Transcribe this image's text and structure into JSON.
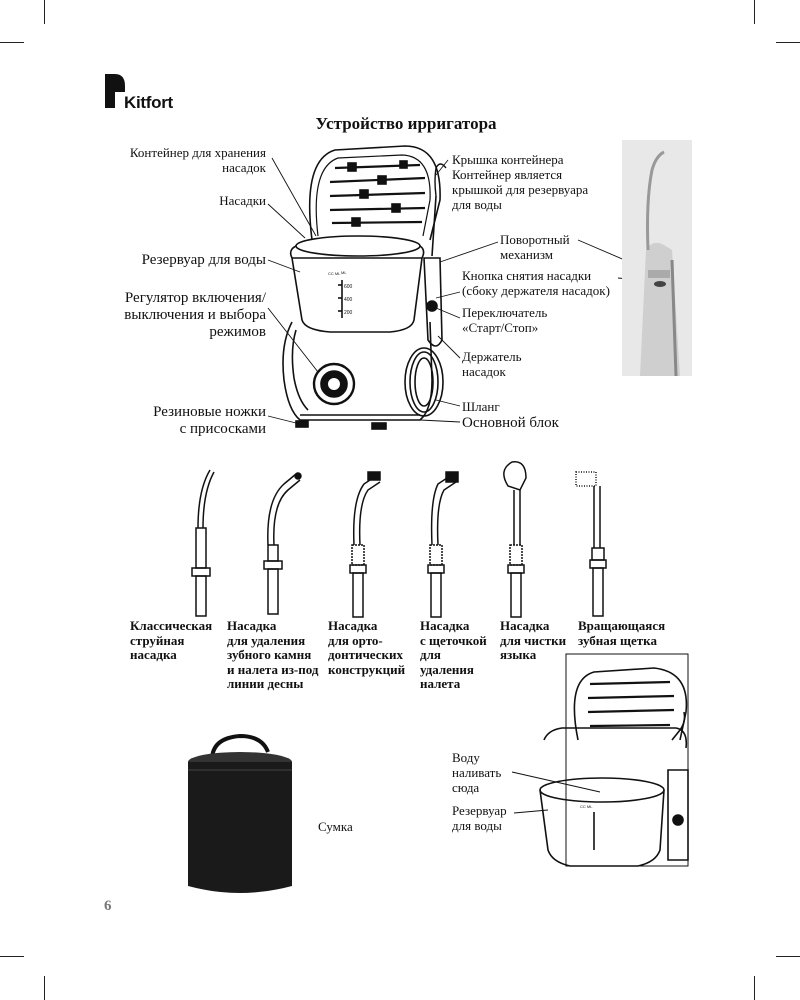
{
  "brand": {
    "name": "Kitfort"
  },
  "title": "Устройство ирригатора",
  "main_labels": {
    "container_storage": [
      "Контейнер для хранения",
      "насадок"
    ],
    "nozzles": "Насадки",
    "water_tank": "Резервуар для воды",
    "regulator": [
      "Регулятор включения/",
      "выключения и выбора",
      "режимов"
    ],
    "rubber_feet": [
      "Резиновые ножки",
      "с присосками"
    ],
    "container_lid": [
      "Крышка контейнера",
      "Контейнер является",
      "крышкой для резервуара",
      "для воды"
    ],
    "rotation": [
      "Поворотный",
      "механизм"
    ],
    "release_button": [
      "Кнопка снятия насадки",
      "(сбоку держателя насадок)"
    ],
    "switch": [
      "Переключатель",
      "«Старт/Стоп»"
    ],
    "holder": [
      "Держатель",
      "насадок"
    ],
    "hose": "Шланг",
    "main_unit": "Основной блок"
  },
  "nozzles": [
    {
      "lines": [
        "Классическая",
        "струйная",
        "насадка"
      ]
    },
    {
      "lines": [
        "Насадка",
        "для удаления",
        "зубного камня",
        "и налета из-под",
        "линии десны"
      ]
    },
    {
      "lines": [
        "Насадка",
        "для орто-",
        "донтических",
        "конструкций"
      ]
    },
    {
      "lines": [
        "Насадка",
        "с щеточкой",
        "для",
        "удаления",
        "налета"
      ]
    },
    {
      "lines": [
        "Насадка",
        "для чистки",
        "языка"
      ]
    },
    {
      "lines": [
        "Вращающаяся",
        "зубная щетка"
      ]
    }
  ],
  "bag_label": "Сумка",
  "bottom_labels": {
    "pour_water": [
      "Воду",
      "наливать",
      "сюда"
    ],
    "water_tank": [
      "Резервуар",
      "для воды"
    ]
  },
  "tank_scale": {
    "unit": "ML",
    "marks": [
      "600",
      "400",
      "200"
    ]
  },
  "page_number": "6",
  "colors": {
    "text": "#111111",
    "page_number": "#777777",
    "logo": "#111111"
  }
}
